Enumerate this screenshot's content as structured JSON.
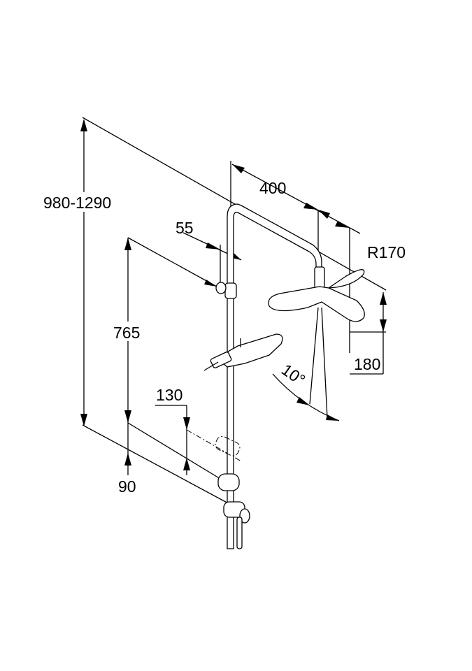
{
  "drawing": {
    "dimensions": {
      "total_height": "980-1290",
      "arm_length": "400",
      "head_radius": "R170",
      "wall_offset": "55",
      "head_height": "180",
      "tilt_angle": "10°",
      "rail_height": "765",
      "holder_offset": "130",
      "bottom_offset": "90"
    }
  }
}
